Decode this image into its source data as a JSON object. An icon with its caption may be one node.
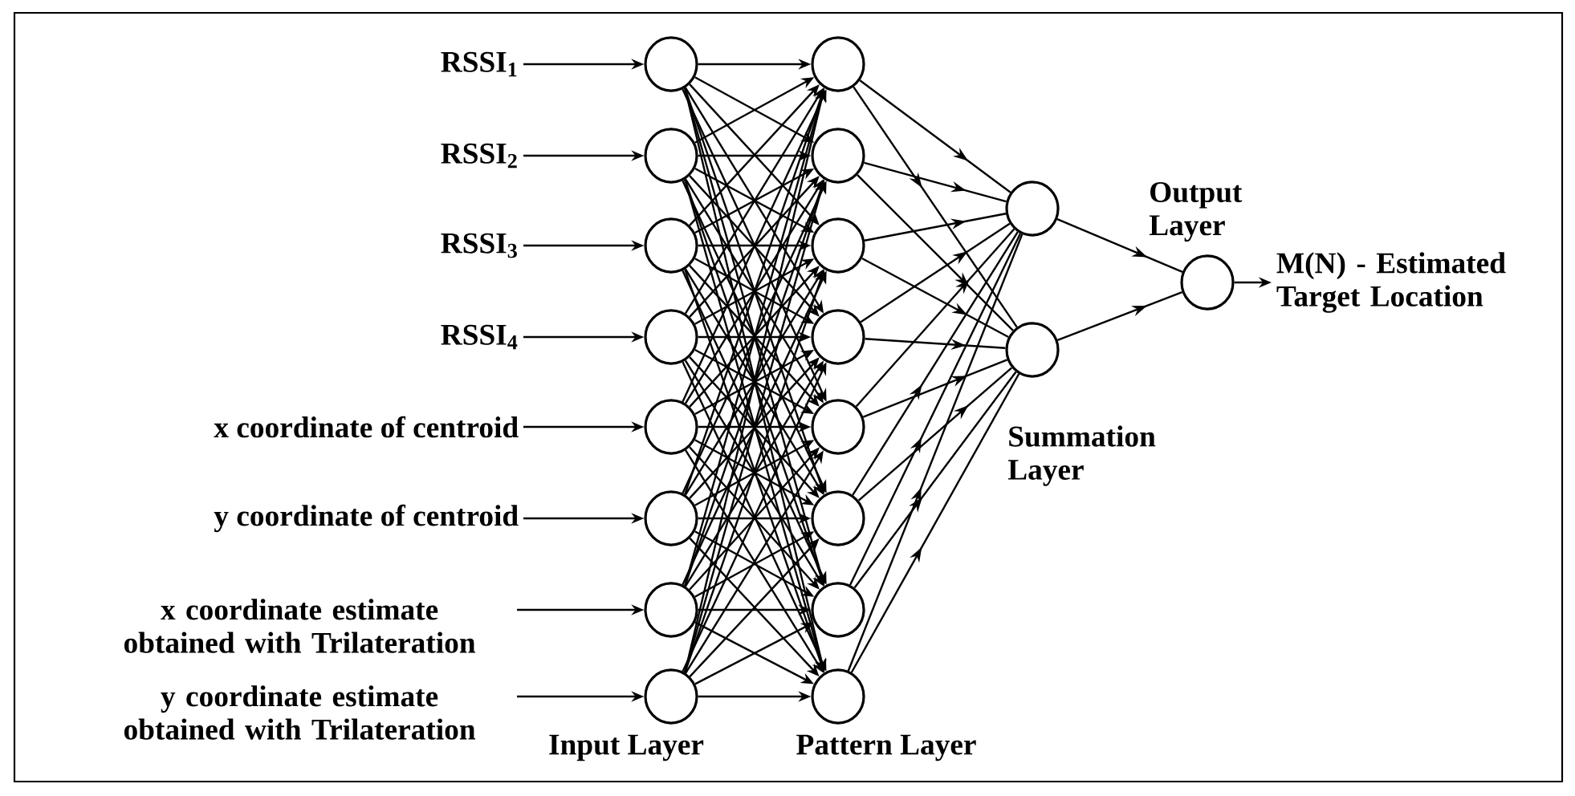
{
  "diagram": {
    "nodes": [
      {
        "text": [
          "RSSI$_{1}$"
        ]
      },
      {
        "text": [
          "RSSI$_{2}$"
        ]
      },
      {
        "text": [
          "RSSI$_{3}$"
        ]
      },
      {
        "text": [
          "RSSI$_{4}$"
        ]
      },
      {
        "text": [
          "x coordinate of centroid"
        ]
      },
      {
        "text": [
          "y coordinate of centroid"
        ]
      },
      {
        "text": [
          "x coordinate estimate obtained with Trilateration"
        ]
      },
      {
        "text": [
          "y coordinate estimate obtained with Trilateration"
        ]
      },
      {
        "text": [],
        "shape": "circle"
      },
      {
        "text": [],
        "shape": "circle"
      },
      {
        "text": [],
        "shape": "circle"
      },
      {
        "text": [],
        "shape": "circle"
      },
      {
        "text": [],
        "shape": "circle"
      },
      {
        "text": [],
        "shape": "circle"
      },
      {
        "text": [],
        "shape": "circle"
      },
      {
        "text": [],
        "shape": "circle"
      },
      {
        "text": [],
        "shape": "circle"
      },
      {
        "text": [],
        "shape": "circle"
      },
      {
        "text": [],
        "shape": "circle"
      },
      {
        "text": [],
        "shape": "circle"
      },
      {
        "text": [],
        "shape": "circle"
      },
      {
        "text": [],
        "shape": "circle"
      },
      {
        "text": [],
        "shape": "circle"
      },
      {
        "text": [],
        "shape": "circle"
      },
      {
        "text": [],
        "shape": "circle"
      },
      {
        "text": [],
        "shape": "circle"
      },
      {
        "text": [],
        "shape": "circle"
      },
      {
        "text": [
          "M(N) - Estimated Target Location"
        ]
      }
    ],
    "edges": [
      {
        "from": 0,
        "to": 8,
        "arrow": "to"
      },
      {
        "from": 1,
        "to": 9,
        "arrow": "to"
      },
      {
        "from": 2,
        "to": 10,
        "arrow": "to"
      },
      {
        "from": 3,
        "to": 11,
        "arrow": "to"
      },
      {
        "from": 4,
        "to": 12,
        "arrow": "to"
      },
      {
        "from": 5,
        "to": 13,
        "arrow": "to"
      },
      {
        "from": 6,
        "to": 14,
        "arrow": "to"
      },
      {
        "from": 7,
        "to": 15,
        "arrow": "to"
      },
      {
        "from": 8,
        "to": 16,
        "arrow": "to"
      },
      {
        "from": 8,
        "to": 17,
        "arrow": "to"
      },
      {
        "from": 8,
        "to": 18,
        "arrow": "to"
      },
      {
        "from": 8,
        "to": 19,
        "arrow": "to"
      },
      {
        "from": 8,
        "to": 20,
        "arrow": "to"
      },
      {
        "from": 8,
        "to": 21,
        "arrow": "to"
      },
      {
        "from": 8,
        "to": 22,
        "arrow": "to"
      },
      {
        "from": 8,
        "to": 23,
        "arrow": "to"
      },
      {
        "from": 9,
        "to": 16,
        "arrow": "to"
      },
      {
        "from": 9,
        "to": 17,
        "arrow": "to"
      },
      {
        "from": 9,
        "to": 18,
        "arrow": "to"
      },
      {
        "from": 9,
        "to": 19,
        "arrow": "to"
      },
      {
        "from": 9,
        "to": 20,
        "arrow": "to"
      },
      {
        "from": 9,
        "to": 21,
        "arrow": "to"
      },
      {
        "from": 9,
        "to": 22,
        "arrow": "to"
      },
      {
        "from": 9,
        "to": 23,
        "arrow": "to"
      },
      {
        "from": 10,
        "to": 16,
        "arrow": "to"
      },
      {
        "from": 10,
        "to": 17,
        "arrow": "to"
      },
      {
        "from": 10,
        "to": 18,
        "arrow": "to"
      },
      {
        "from": 10,
        "to": 19,
        "arrow": "to"
      },
      {
        "from": 10,
        "to": 20,
        "arrow": "to"
      },
      {
        "from": 10,
        "to": 21,
        "arrow": "to"
      },
      {
        "from": 10,
        "to": 22,
        "arrow": "to"
      },
      {
        "from": 10,
        "to": 23,
        "arrow": "to"
      },
      {
        "from": 11,
        "to": 16,
        "arrow": "to"
      },
      {
        "from": 11,
        "to": 17,
        "arrow": "to"
      },
      {
        "from": 11,
        "to": 18,
        "arrow": "to"
      },
      {
        "from": 11,
        "to": 19,
        "arrow": "to"
      },
      {
        "from": 11,
        "to": 20,
        "arrow": "to"
      },
      {
        "from": 11,
        "to": 21,
        "arrow": "to"
      },
      {
        "from": 11,
        "to": 22,
        "arrow": "to"
      },
      {
        "from": 11,
        "to": 23,
        "arrow": "to"
      },
      {
        "from": 12,
        "to": 16,
        "arrow": "to"
      },
      {
        "from": 12,
        "to": 17,
        "arrow": "to"
      },
      {
        "from": 12,
        "to": 18,
        "arrow": "to"
      },
      {
        "from": 12,
        "to": 19,
        "arrow": "to"
      },
      {
        "from": 12,
        "to": 20,
        "arrow": "to"
      },
      {
        "from": 12,
        "to": 21,
        "arrow": "to"
      },
      {
        "from": 12,
        "to": 22,
        "arrow": "to"
      },
      {
        "from": 12,
        "to": 23,
        "arrow": "to"
      },
      {
        "from": 13,
        "to": 16,
        "arrow": "to"
      },
      {
        "from": 13,
        "to": 17,
        "arrow": "to"
      },
      {
        "from": 13,
        "to": 18,
        "arrow": "to"
      },
      {
        "from": 13,
        "to": 19,
        "arrow": "to"
      },
      {
        "from": 13,
        "to": 20,
        "arrow": "to"
      },
      {
        "from": 13,
        "to": 21,
        "arrow": "to"
      },
      {
        "from": 13,
        "to": 22,
        "arrow": "to"
      },
      {
        "from": 13,
        "to": 23,
        "arrow": "to"
      },
      {
        "from": 14,
        "to": 16,
        "arrow": "to"
      },
      {
        "from": 14,
        "to": 17,
        "arrow": "to"
      },
      {
        "from": 14,
        "to": 18,
        "arrow": "to"
      },
      {
        "from": 14,
        "to": 19,
        "arrow": "to"
      },
      {
        "from": 14,
        "to": 20,
        "arrow": "to"
      },
      {
        "from": 14,
        "to": 21,
        "arrow": "to"
      },
      {
        "from": 14,
        "to": 22,
        "arrow": "to"
      },
      {
        "from": 14,
        "to": 23,
        "arrow": "to"
      },
      {
        "from": 15,
        "to": 16,
        "arrow": "to"
      },
      {
        "from": 15,
        "to": 17,
        "arrow": "to"
      },
      {
        "from": 15,
        "to": 18,
        "arrow": "to"
      },
      {
        "from": 15,
        "to": 19,
        "arrow": "to"
      },
      {
        "from": 15,
        "to": 20,
        "arrow": "to"
      },
      {
        "from": 15,
        "to": 21,
        "arrow": "to"
      },
      {
        "from": 15,
        "to": 22,
        "arrow": "to"
      },
      {
        "from": 15,
        "to": 23,
        "arrow": "to"
      },
      {
        "from": 16,
        "to": 24,
        "arrow": "to"
      },
      {
        "from": 16,
        "to": 25,
        "arrow": "to"
      },
      {
        "from": 17,
        "to": 24,
        "arrow": "to"
      },
      {
        "from": 17,
        "to": 25,
        "arrow": "to"
      },
      {
        "from": 18,
        "to": 24,
        "arrow": "to"
      },
      {
        "from": 18,
        "to": 25,
        "arrow": "to"
      },
      {
        "from": 19,
        "to": 24,
        "arrow": "to"
      },
      {
        "from": 19,
        "to": 25,
        "arrow": "to"
      },
      {
        "from": 20,
        "to": 24,
        "arrow": "to"
      },
      {
        "from": 20,
        "to": 25,
        "arrow": "to"
      },
      {
        "from": 21,
        "to": 24,
        "arrow": "to"
      },
      {
        "from": 21,
        "to": 25,
        "arrow": "to"
      },
      {
        "from": 22,
        "to": 24,
        "arrow": "to"
      },
      {
        "from": 22,
        "to": 25,
        "arrow": "to"
      },
      {
        "from": 23,
        "to": 24,
        "arrow": "to"
      },
      {
        "from": 23,
        "to": 25,
        "arrow": "to"
      },
      {
        "from": 24,
        "to": 26,
        "arrow": "to"
      },
      {
        "from": 25,
        "to": 26,
        "arrow": "to"
      },
      {
        "from": 26,
        "to": 27,
        "arrow": "to"
      }
    ],
    "labels": [
      "Output Layer",
      "Summation Layer",
      "Input Layer",
      "Pattern Layer"
    ]
  }
}
